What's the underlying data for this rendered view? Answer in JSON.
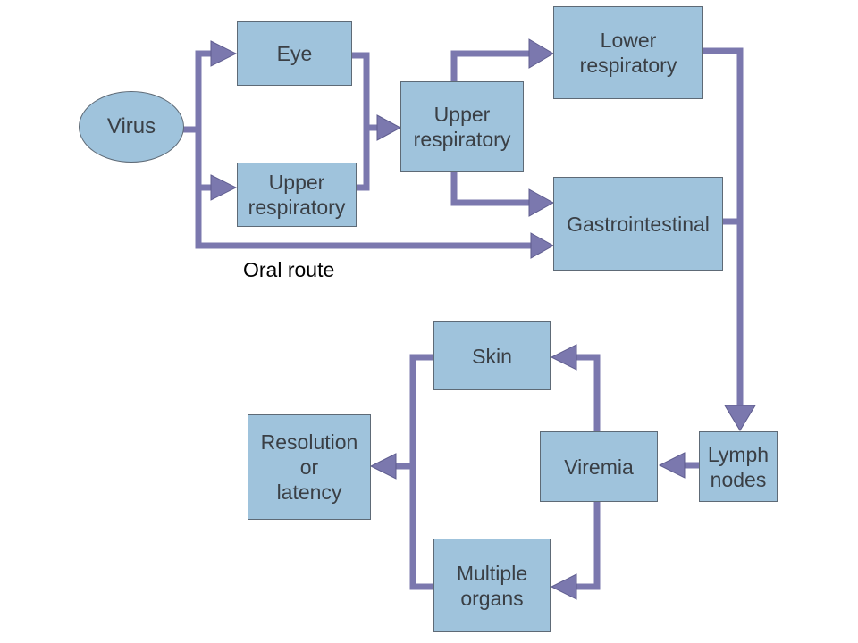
{
  "diagram": {
    "colors": {
      "node_fill": "#9fc3dc",
      "node_border": "#5e6a76",
      "node_text": "#3a3f45",
      "connector": "#7b78ae"
    },
    "nodes": {
      "virus": "Virus",
      "eye": "Eye",
      "upper_respiratory_entry": "Upper\nrespiratory",
      "upper_respiratory": "Upper\nrespiratory",
      "lower_respiratory": "Lower\nrespiratory",
      "gastrointestinal": "Gastrointestinal",
      "lymph_nodes": "Lymph\nnodes",
      "viremia": "Viremia",
      "skin": "Skin",
      "multiple_organs": "Multiple\norgans",
      "resolution": "Resolution\nor\nlatency"
    },
    "edge_labels": {
      "oral_route": "Oral route"
    }
  }
}
